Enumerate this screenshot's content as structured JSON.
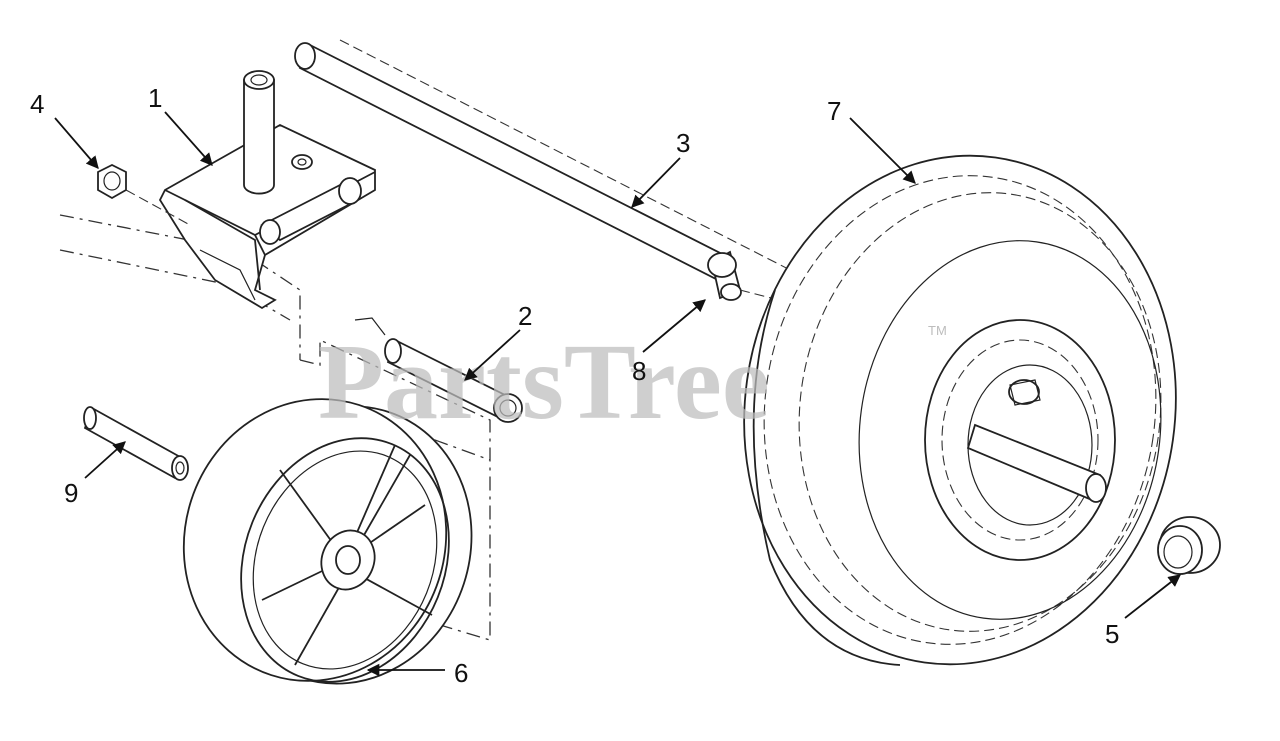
{
  "watermark": {
    "text": "PartsTree",
    "trademark": "TM"
  },
  "callouts": [
    {
      "id": "callout-1",
      "label": "1"
    },
    {
      "id": "callout-2",
      "label": "2"
    },
    {
      "id": "callout-3",
      "label": "3"
    },
    {
      "id": "callout-4",
      "label": "4"
    },
    {
      "id": "callout-5",
      "label": "5"
    },
    {
      "id": "callout-6",
      "label": "6"
    },
    {
      "id": "callout-7",
      "label": "7"
    },
    {
      "id": "callout-8",
      "label": "8"
    },
    {
      "id": "callout-9",
      "label": "9"
    }
  ]
}
